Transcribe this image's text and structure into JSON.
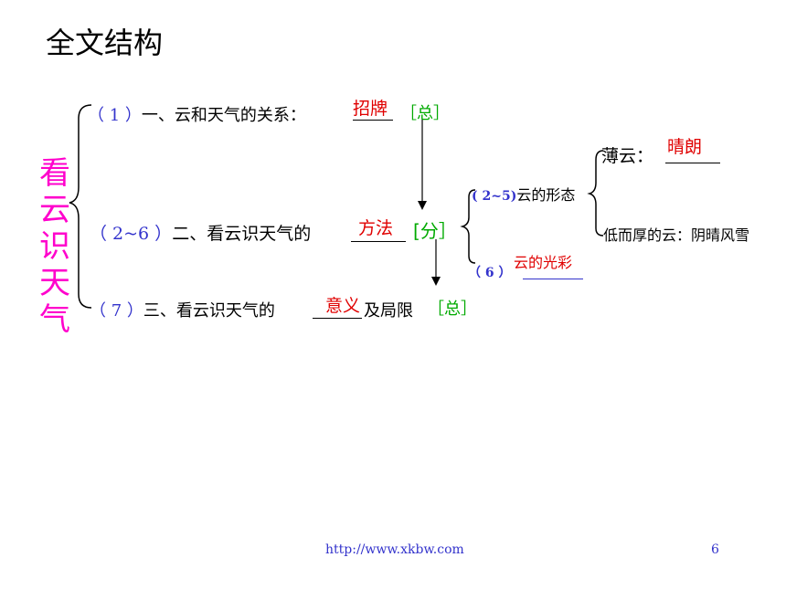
{
  "title": "全文结构",
  "vertical_title": "看云识天气",
  "rows": [
    {
      "num": "（ 1 ）",
      "text": "一、云和天气的关系：",
      "answer": "招牌",
      "tag_l": "［",
      "tag": "总",
      "tag_r": "］"
    },
    {
      "num": "（ 2~6 ）",
      "text": "二、看云识天气的",
      "answer": "方法",
      "tag_l": "[",
      "tag": "分",
      "tag_r": "］"
    },
    {
      "num": "（ 7 ）",
      "text": "三、看云识天气的",
      "after": "及局限",
      "answer": "意义",
      "tag_l": "［",
      "tag": "总",
      "tag_r": "］"
    }
  ],
  "sub": {
    "s1_num": "( 2~5)",
    "s1_text": "云的形态",
    "s2_num": "（ 6 ）",
    "s2_answer": "云的光彩"
  },
  "subsub": {
    "a_text": "薄云：",
    "a_answer": "晴朗",
    "b_text": "低而厚的云：阴晴风雪"
  },
  "footer": {
    "url": "http://www.xkbw.com",
    "page": "6"
  }
}
